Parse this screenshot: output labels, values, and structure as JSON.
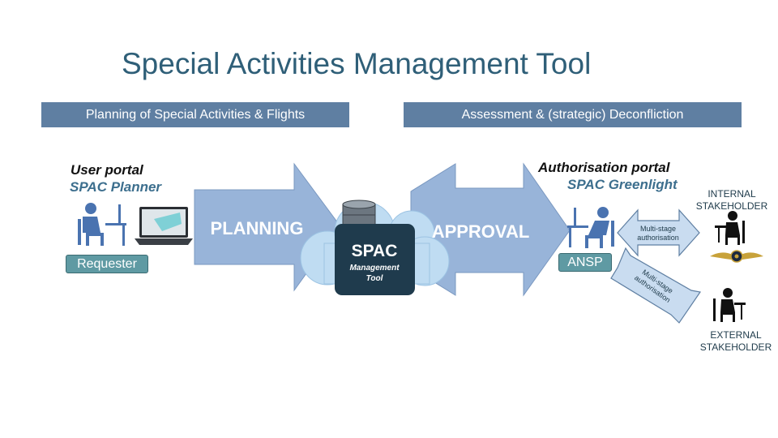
{
  "title": "Special Activities Management Tool",
  "banners": {
    "left": "Planning of Special Activities & Flights",
    "right": "Assessment & (strategic) Deconfliction"
  },
  "user_portal": {
    "heading": "User portal",
    "product": "SPAC Planner",
    "role": "Requester"
  },
  "auth_portal": {
    "heading": "Authorisation portal",
    "product": "SPAC Greenlight",
    "role": "ANSP"
  },
  "arrows": {
    "planning": "PLANNING",
    "approval": "APPROVAL"
  },
  "core": {
    "name": "SPAC",
    "subtitle_line1": "Management",
    "subtitle_line2": "Tool"
  },
  "multistage": {
    "line1": "Multi-stage",
    "line2": "authorisation"
  },
  "stakeholders": {
    "internal_line1": "INTERNAL",
    "internal_line2": "STAKEHOLDER",
    "external_line1": "EXTERNAL",
    "external_line2": "STAKEHOLDER"
  },
  "colors": {
    "arrow_fill": "#98b4d9",
    "arrow_stroke": "#6f8fb8",
    "cloud_fill": "#bfdcf2",
    "core_fill": "#1f3b4d",
    "banner": "#5f7fa2",
    "tag": "#5f9aa3",
    "person": "#4a73b0"
  }
}
